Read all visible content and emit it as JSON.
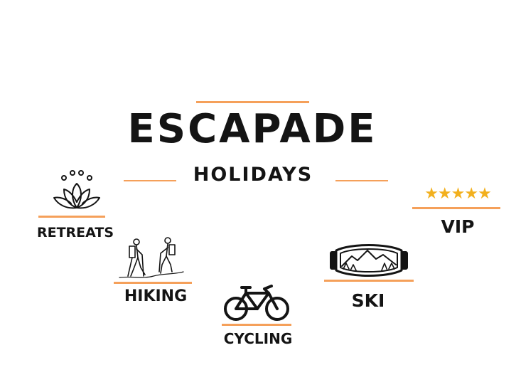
{
  "brand": {
    "title": "ESCAPADE",
    "subtitle": "HOLIDAYS"
  },
  "colors": {
    "accent": "#f5a05a",
    "text": "#141414",
    "star": "#f2b01e"
  },
  "categories": [
    {
      "label": "RETREATS",
      "icon": "lotus-icon"
    },
    {
      "label": "HIKING",
      "icon": "hikers-icon"
    },
    {
      "label": "CYCLING",
      "icon": "bicycle-icon"
    },
    {
      "label": "SKI",
      "icon": "ski-goggles-icon"
    },
    {
      "label": "VIP",
      "icon": "five-stars-icon",
      "stars": "★★★★★"
    }
  ]
}
